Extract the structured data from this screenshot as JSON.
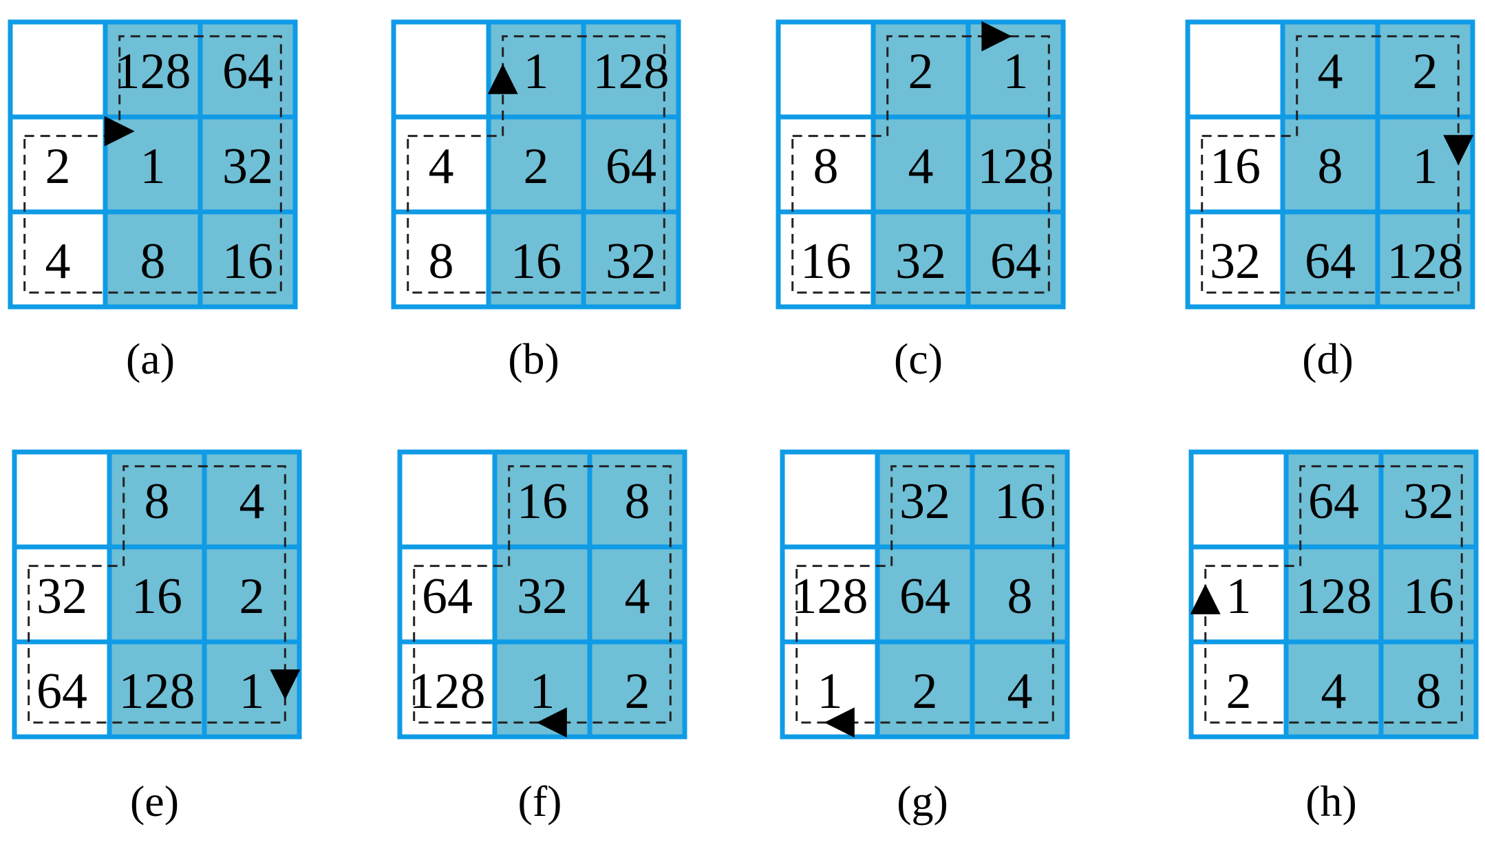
{
  "colors": {
    "grid_border": "#0f9be6",
    "shaded_cell": "#6fbfd6",
    "white_cell": "#ffffff",
    "path": "#222222"
  },
  "panels": [
    {
      "label": "(a)",
      "cells": [
        [
          "",
          "128",
          "64"
        ],
        [
          "2",
          "1",
          "32"
        ],
        [
          "4",
          "8",
          "16"
        ]
      ]
    },
    {
      "label": "(b)",
      "cells": [
        [
          "",
          "1",
          "128"
        ],
        [
          "4",
          "2",
          "64"
        ],
        [
          "8",
          "16",
          "32"
        ]
      ]
    },
    {
      "label": "(c)",
      "cells": [
        [
          "",
          "2",
          "1"
        ],
        [
          "8",
          "4",
          "128"
        ],
        [
          "16",
          "32",
          "64"
        ]
      ]
    },
    {
      "label": "(d)",
      "cells": [
        [
          "",
          "4",
          "2"
        ],
        [
          "16",
          "8",
          "1"
        ],
        [
          "32",
          "64",
          "128"
        ]
      ]
    },
    {
      "label": "(e)",
      "cells": [
        [
          "",
          "8",
          "4"
        ],
        [
          "32",
          "16",
          "2"
        ],
        [
          "64",
          "128",
          "1"
        ]
      ]
    },
    {
      "label": "(f)",
      "cells": [
        [
          "",
          "16",
          "8"
        ],
        [
          "64",
          "32",
          "4"
        ],
        [
          "128",
          "1",
          "2"
        ]
      ]
    },
    {
      "label": "(g)",
      "cells": [
        [
          "",
          "32",
          "16"
        ],
        [
          "128",
          "64",
          "8"
        ],
        [
          "1",
          "2",
          "4"
        ]
      ]
    },
    {
      "label": "(h)",
      "cells": [
        [
          "",
          "64",
          "32"
        ],
        [
          "1",
          "128",
          "16"
        ],
        [
          "2",
          "4",
          "8"
        ]
      ]
    }
  ]
}
